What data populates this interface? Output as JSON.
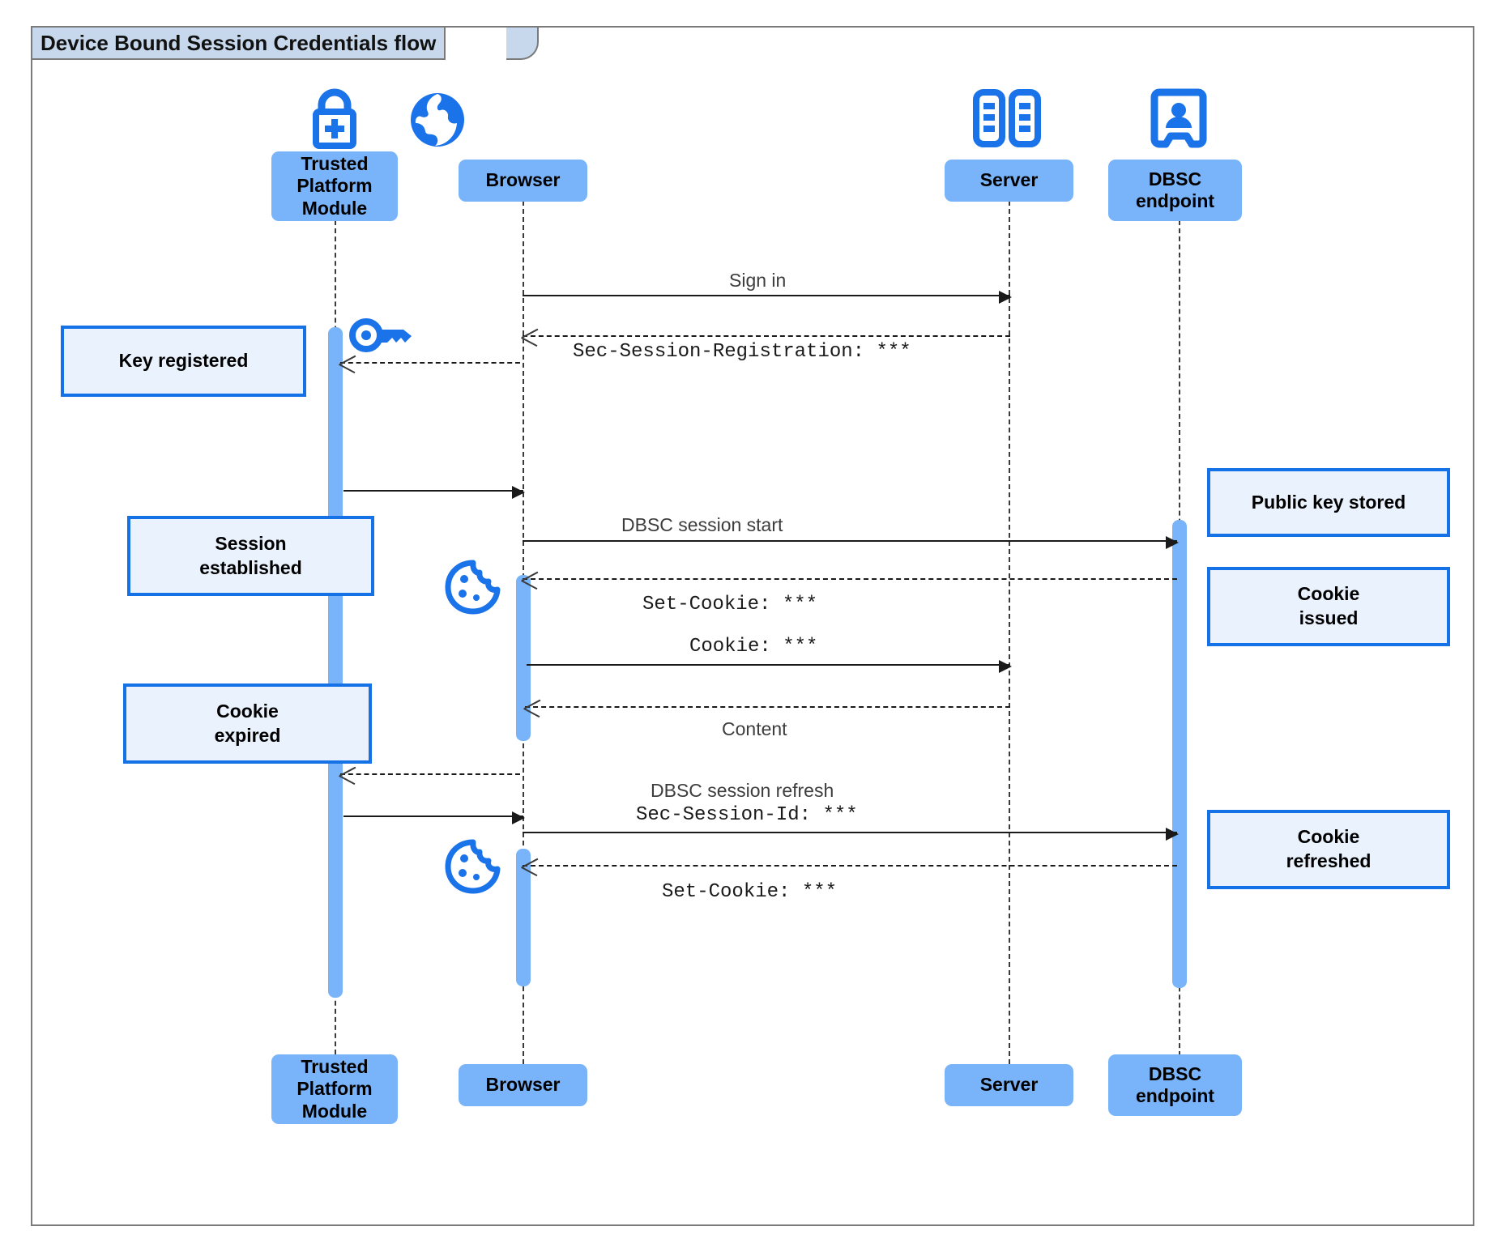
{
  "diagram": {
    "title": "Device Bound Session Credentials flow",
    "type": "sequence-diagram",
    "colors": {
      "participant_fill": "#79b4fb",
      "activation_fill": "#79b4fb",
      "note_fill": "#eaf2fe",
      "note_border": "#1472e6",
      "icon_blue": "#1a73e8",
      "frame_border": "#7a7a7a",
      "title_fill": "#c7d8ec",
      "message_line": "#1a1a1a"
    }
  },
  "participants": [
    {
      "id": "tpm",
      "label": "Trusted\nPlatform\nModule",
      "icon": "lock-plus-icon"
    },
    {
      "id": "browser",
      "label": "Browser",
      "icon": "globe-icon"
    },
    {
      "id": "server",
      "label": "Server",
      "icon": "server-racks-icon"
    },
    {
      "id": "dbsc",
      "label": "DBSC\nendpoint",
      "icon": "id-badge-icon"
    }
  ],
  "participants_footer": [
    {
      "id": "tpm",
      "label": "Trusted\nPlatform\nModule"
    },
    {
      "id": "browser",
      "label": "Browser"
    },
    {
      "id": "server",
      "label": "Server"
    },
    {
      "id": "dbsc",
      "label": "DBSC\nendpoint"
    }
  ],
  "messages": [
    {
      "id": "m1",
      "from": "browser",
      "to": "server",
      "label": "Sign in",
      "style": "solid",
      "mono": false
    },
    {
      "id": "m2",
      "from": "server",
      "to": "browser",
      "label": "Sec-Session-Registration: ***",
      "style": "dashed",
      "mono": true
    },
    {
      "id": "m3",
      "from": "browser",
      "to": "tpm",
      "label": "",
      "style": "dashed",
      "mono": true
    },
    {
      "id": "m4",
      "from": "tpm",
      "to": "browser",
      "label": "",
      "style": "solid",
      "mono": false
    },
    {
      "id": "m5",
      "from": "browser",
      "to": "dbsc",
      "label": "DBSC session start",
      "style": "solid",
      "mono": false
    },
    {
      "id": "m6",
      "from": "dbsc",
      "to": "browser",
      "label": "Set-Cookie: ***",
      "style": "dashed",
      "mono": true
    },
    {
      "id": "m7",
      "from": "browser",
      "to": "server",
      "label": "Cookie: ***",
      "style": "solid",
      "mono": true
    },
    {
      "id": "m8",
      "from": "server",
      "to": "browser",
      "label": "Content",
      "style": "dashed",
      "mono": false
    },
    {
      "id": "m9",
      "from": "browser",
      "to": "tpm",
      "label": "",
      "style": "dashed",
      "mono": false
    },
    {
      "id": "m10",
      "from": "tpm",
      "to": "browser",
      "label": "",
      "style": "solid",
      "mono": false
    },
    {
      "id": "m11",
      "from": "browser",
      "to": "dbsc",
      "label": "DBSC session refresh",
      "style": "solid",
      "mono": false
    },
    {
      "id": "m11b",
      "from": "browser",
      "to": "dbsc",
      "label": "Sec-Session-Id: ***",
      "style": "solid",
      "mono": true
    },
    {
      "id": "m12",
      "from": "dbsc",
      "to": "browser",
      "label": "Set-Cookie: ***",
      "style": "dashed",
      "mono": true
    }
  ],
  "notes": [
    {
      "id": "n1",
      "text": "Key registered",
      "side": "left-of",
      "participant": "tpm"
    },
    {
      "id": "n2",
      "text": "Session\nestablished",
      "side": "left-of",
      "participant": "tpm"
    },
    {
      "id": "n3",
      "text": "Cookie\nexpired",
      "side": "left-of",
      "participant": "tpm"
    },
    {
      "id": "n4",
      "text": "Public key stored",
      "side": "right-of",
      "participant": "dbsc"
    },
    {
      "id": "n5",
      "text": "Cookie\nissued",
      "side": "right-of",
      "participant": "dbsc"
    },
    {
      "id": "n6",
      "text": "Cookie\nrefreshed",
      "side": "right-of",
      "participant": "dbsc"
    }
  ],
  "inline_icons": [
    {
      "id": "key1",
      "name": "key-icon",
      "near": "tpm"
    },
    {
      "id": "cookie1",
      "name": "cookie-icon",
      "near": "browser"
    },
    {
      "id": "cookie2",
      "name": "cookie-icon",
      "near": "browser"
    }
  ]
}
